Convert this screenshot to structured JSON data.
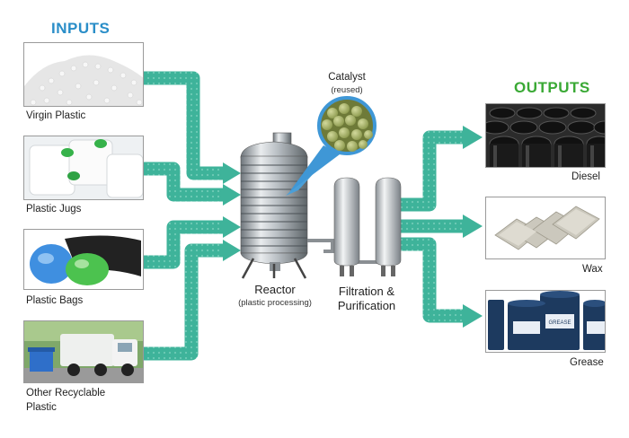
{
  "inputs": {
    "title": "INPUTS",
    "items": [
      {
        "label": "Virgin Plastic"
      },
      {
        "label": "Plastic Jugs"
      },
      {
        "label": "Plastic Bags"
      },
      {
        "label": "Other Recyclable",
        "label2": "Plastic"
      }
    ]
  },
  "outputs": {
    "title": "OUTPUTS",
    "items": [
      {
        "label": "Diesel"
      },
      {
        "label": "Wax"
      },
      {
        "label": "Grease"
      }
    ]
  },
  "catalyst": {
    "label": "Catalyst",
    "sub": "(reused)"
  },
  "reactor": {
    "label": "Reactor",
    "sub": "(plastic processing)"
  },
  "filtration": {
    "label": "Filtration &",
    "label2": "Purification"
  },
  "colors": {
    "inputs_heading": "#2a8ec8",
    "outputs_heading": "#3aa935",
    "arrow": "#3eb39a",
    "arrow_dots": "#6fcab6"
  },
  "icons": {
    "grease_bucket_label": "GREASE"
  }
}
